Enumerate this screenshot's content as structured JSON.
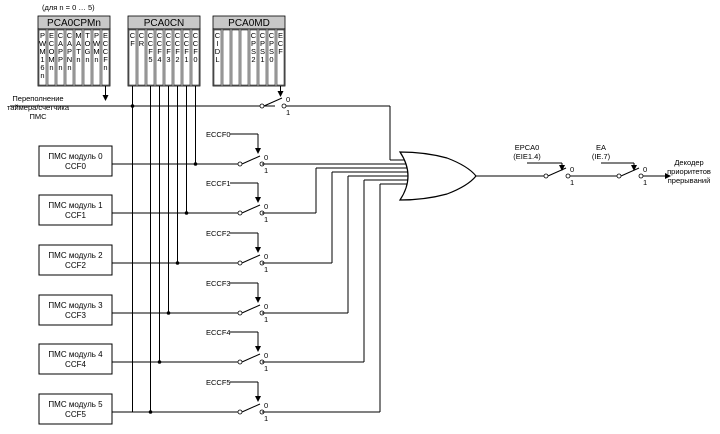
{
  "note_top": "(для n = 0 … 5)",
  "registers": {
    "pca0cpmn": {
      "title": "PCA0CPMn",
      "bits": [
        [
          "P",
          "W",
          "M",
          "1",
          "6",
          "n"
        ],
        [
          "E",
          "C",
          "O",
          "M",
          "n"
        ],
        [
          "C",
          "A",
          "P",
          "P",
          "n"
        ],
        [
          "C",
          "A",
          "P",
          "N",
          "n"
        ],
        [
          "M",
          "A",
          "T",
          "n"
        ],
        [
          "T",
          "O",
          "G",
          "n"
        ],
        [
          "P",
          "W",
          "M",
          "n"
        ],
        [
          "E",
          "C",
          "C",
          "F",
          "n"
        ]
      ]
    },
    "pca0cn": {
      "title": "PCA0CN",
      "bits": [
        [
          "C",
          "F"
        ],
        [
          "C",
          "R"
        ],
        [
          "C",
          "C",
          "F",
          "5"
        ],
        [
          "C",
          "C",
          "F",
          "4"
        ],
        [
          "C",
          "C",
          "F",
          "3"
        ],
        [
          "C",
          "C",
          "F",
          "2"
        ],
        [
          "C",
          "C",
          "F",
          "1"
        ],
        [
          "C",
          "C",
          "F",
          "0"
        ]
      ]
    },
    "pca0md": {
      "title": "PCA0MD",
      "bits": [
        [
          "C",
          "I",
          "D",
          "L"
        ],
        [],
        [],
        [],
        [
          "C",
          "P",
          "S",
          "2"
        ],
        [
          "C",
          "P",
          "S",
          "1"
        ],
        [
          "C",
          "P",
          "S",
          "0"
        ],
        [
          "E",
          "C",
          "F"
        ]
      ]
    }
  },
  "overflow_label": [
    "Переполнение",
    "таймера/счетчика",
    "ПМС"
  ],
  "modules": [
    {
      "line1": "ПМС модуль 0",
      "line2": "CCF0",
      "enable": "ECCF0"
    },
    {
      "line1": "ПМС модуль 1",
      "line2": "CCF1",
      "enable": "ECCF1"
    },
    {
      "line1": "ПМС модуль 2",
      "line2": "CCF2",
      "enable": "ECCF2"
    },
    {
      "line1": "ПМС модуль 3",
      "line2": "CCF3",
      "enable": "ECCF3"
    },
    {
      "line1": "ПМС модуль 4",
      "line2": "CCF4",
      "enable": "ECCF4"
    },
    {
      "line1": "ПМС модуль 5",
      "line2": "CCF5",
      "enable": "ECCF5"
    }
  ],
  "switch_state_labels": {
    "zero": "0",
    "one": "1"
  },
  "epca0": {
    "name": "EPCA0",
    "bit": "(EIE1.4)"
  },
  "ea": {
    "name": "EA",
    "bit": "(IE.7)"
  },
  "output_label": [
    "Декодер",
    "приоритетов",
    "прерываний"
  ]
}
